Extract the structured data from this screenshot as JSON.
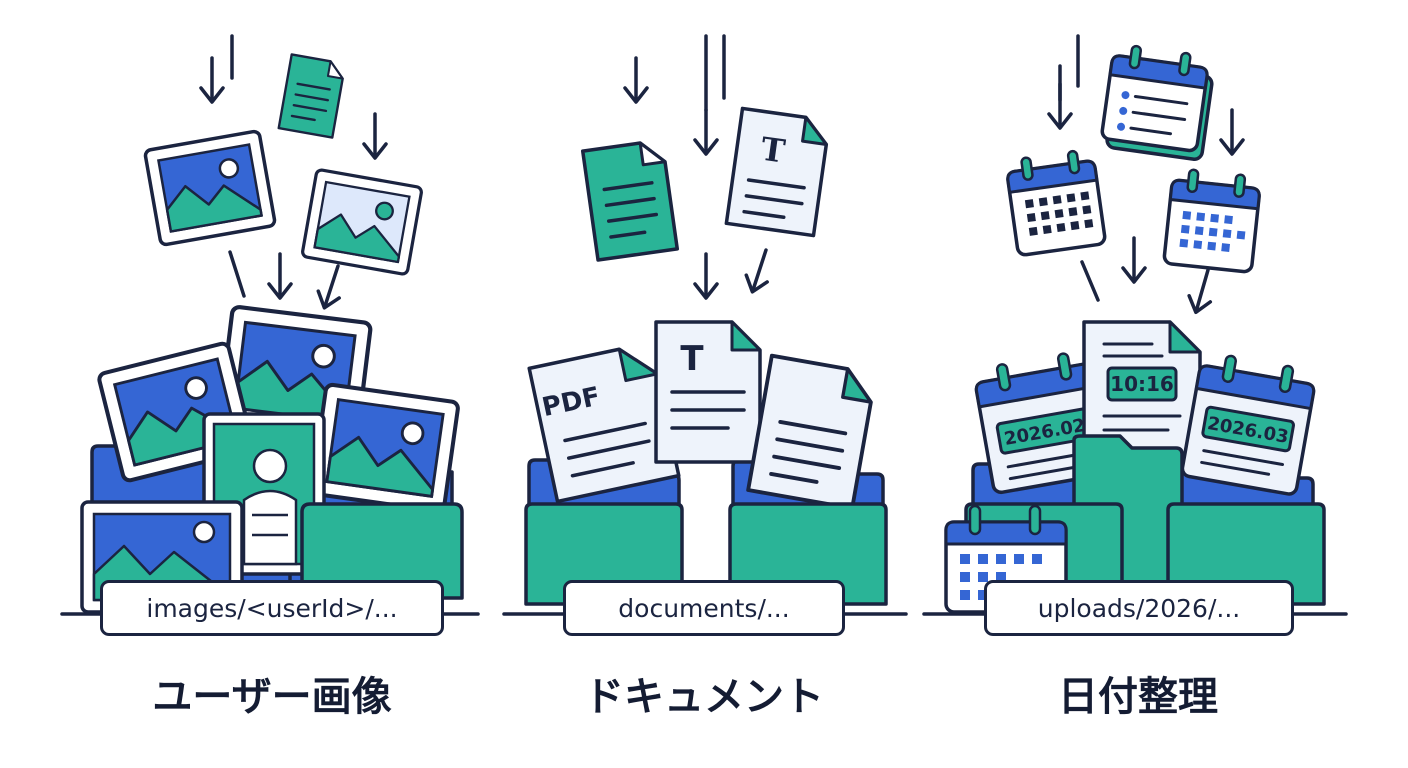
{
  "colors": {
    "ink": "#1b2440",
    "blue": "#3566d4",
    "teal": "#2ab497",
    "paper": "#eef3fb",
    "light_blue": "#dde8fb"
  },
  "columns": [
    {
      "path_label": "images/<userId>/...",
      "title": "ユーザー画像",
      "icons": [
        "down-arrow-icon",
        "image-file-icon",
        "document-file-icon",
        "folder-icon",
        "person-photo-icon"
      ]
    },
    {
      "path_label": "documents/...",
      "title": "ドキュメント",
      "icons": [
        "down-arrow-icon",
        "document-file-icon",
        "text-file-icon",
        "pdf-file-icon",
        "folder-icon"
      ],
      "pdf_badge": "PDF",
      "text_badge": "T"
    },
    {
      "path_label": "uploads/2026/...",
      "title": "日付整理",
      "icons": [
        "down-arrow-icon",
        "calendar-icon",
        "folder-icon"
      ],
      "date_tags": [
        "2026.02",
        "10:16",
        "2026.03"
      ]
    }
  ]
}
